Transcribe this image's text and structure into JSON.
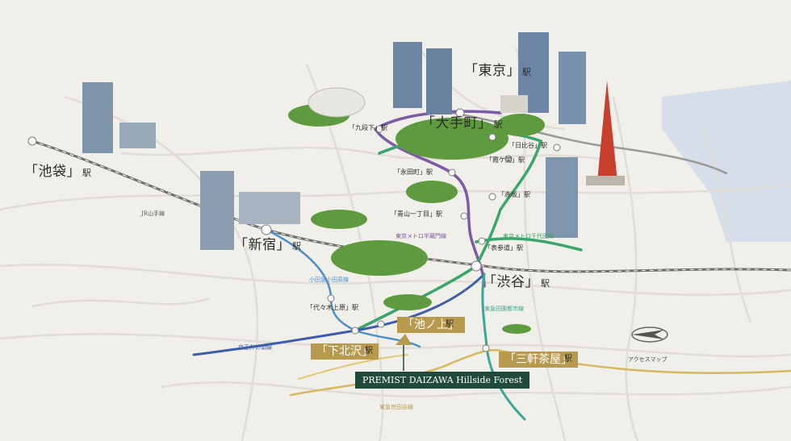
{
  "stations": {
    "ikebukuro": "「池袋」",
    "shinjuku": "「新宿」",
    "shibuya": "「渋谷」",
    "tokyo": "「東京」",
    "otemachi": "「大手町」",
    "kudanshita": "「九段下」",
    "hibiya": "「日比谷」",
    "kasumigaseki": "「霞ケ関」",
    "nagatacho": "「永田町」",
    "akasaka": "「赤坂」",
    "aoyama": "「青山一丁目」",
    "omotesando": "「表参道」",
    "yoyogiuehara": "「代々木上原」",
    "ikenoue": "「池ノ上」",
    "shimokitazawa": "「下北沢」",
    "sangenjaya": "「三軒茶屋」",
    "eki": "駅"
  },
  "lines": {
    "jr_yamanote": "JR山手線",
    "hanzomon": "東京メトロ半蔵門線",
    "chiyoda": "東京メトロ千代田線",
    "odakyu": "小田急小田原線",
    "keio_inokashira": "京王井の頭線",
    "denentoshi": "東急田園都市線",
    "setagaya": "東急世田谷線"
  },
  "destination": "PREMIST DAIZAWA Hillside Forest",
  "access_map_label": "アクセスマップ",
  "colors": {
    "background": "#f1efea",
    "hanzomon": "#7b5aa6",
    "chiyoda": "#3aa56a",
    "odakyu": "#4a8fc7",
    "keio": "#3a5ea8",
    "denentoshi": "#39a890",
    "setagaya": "#d6b860",
    "jr": "#6e6e6e",
    "gold": "#b79a4e",
    "dest_bg": "#1f4a3c"
  }
}
